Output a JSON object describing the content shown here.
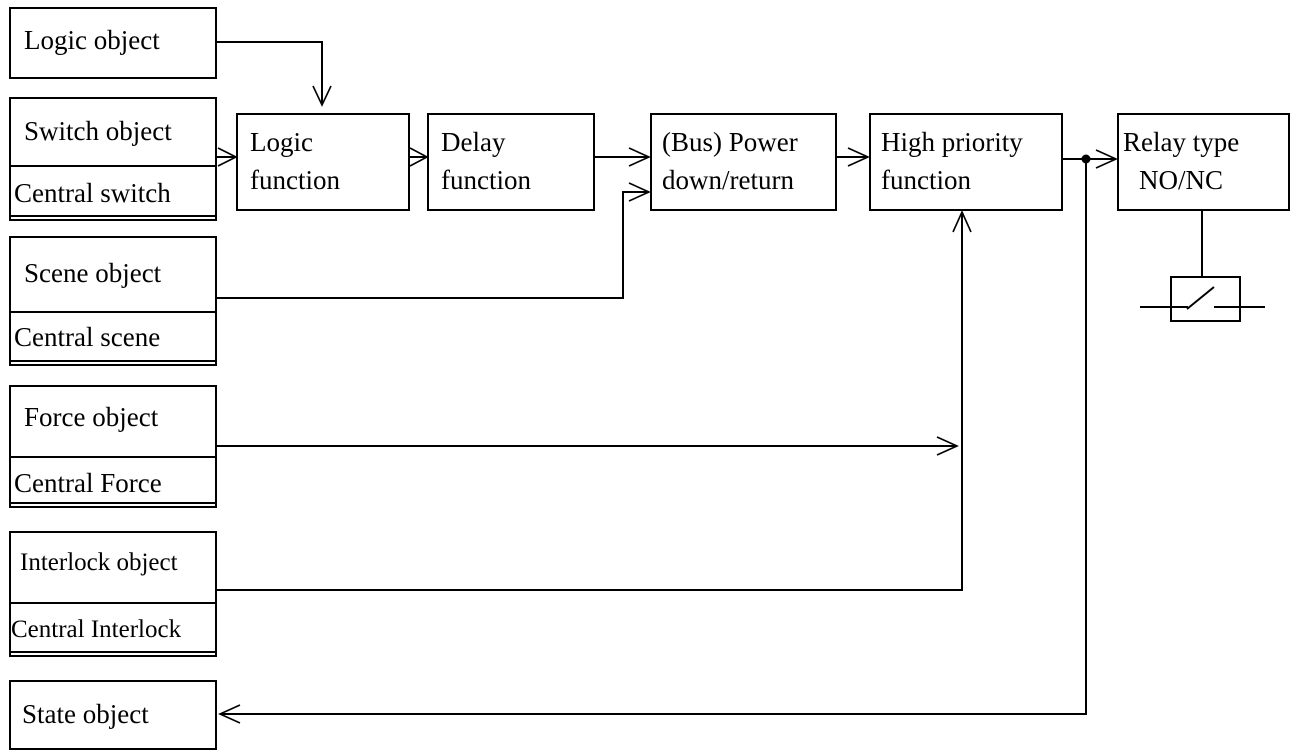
{
  "inputs": {
    "logic_object": "Logic object",
    "switch_object": "Switch object",
    "central_switch": "Central switch",
    "scene_object": "Scene object",
    "central_scene": "Central scene",
    "force_object": "Force object",
    "central_force": "Central Force",
    "interlock_object": "Interlock object",
    "central_interlock": "Central Interlock",
    "state_object": "State object"
  },
  "functions": {
    "logic_function": [
      "Logic",
      "function"
    ],
    "delay_function": [
      "Delay",
      "function"
    ],
    "power_function": [
      "(Bus) Power",
      "down/return"
    ],
    "high_priority_function": [
      "High priority",
      "function"
    ],
    "relay_type": [
      "Relay type",
      "NO/NC"
    ]
  },
  "icons": {
    "relay_contact": "relay-contact-icon"
  }
}
